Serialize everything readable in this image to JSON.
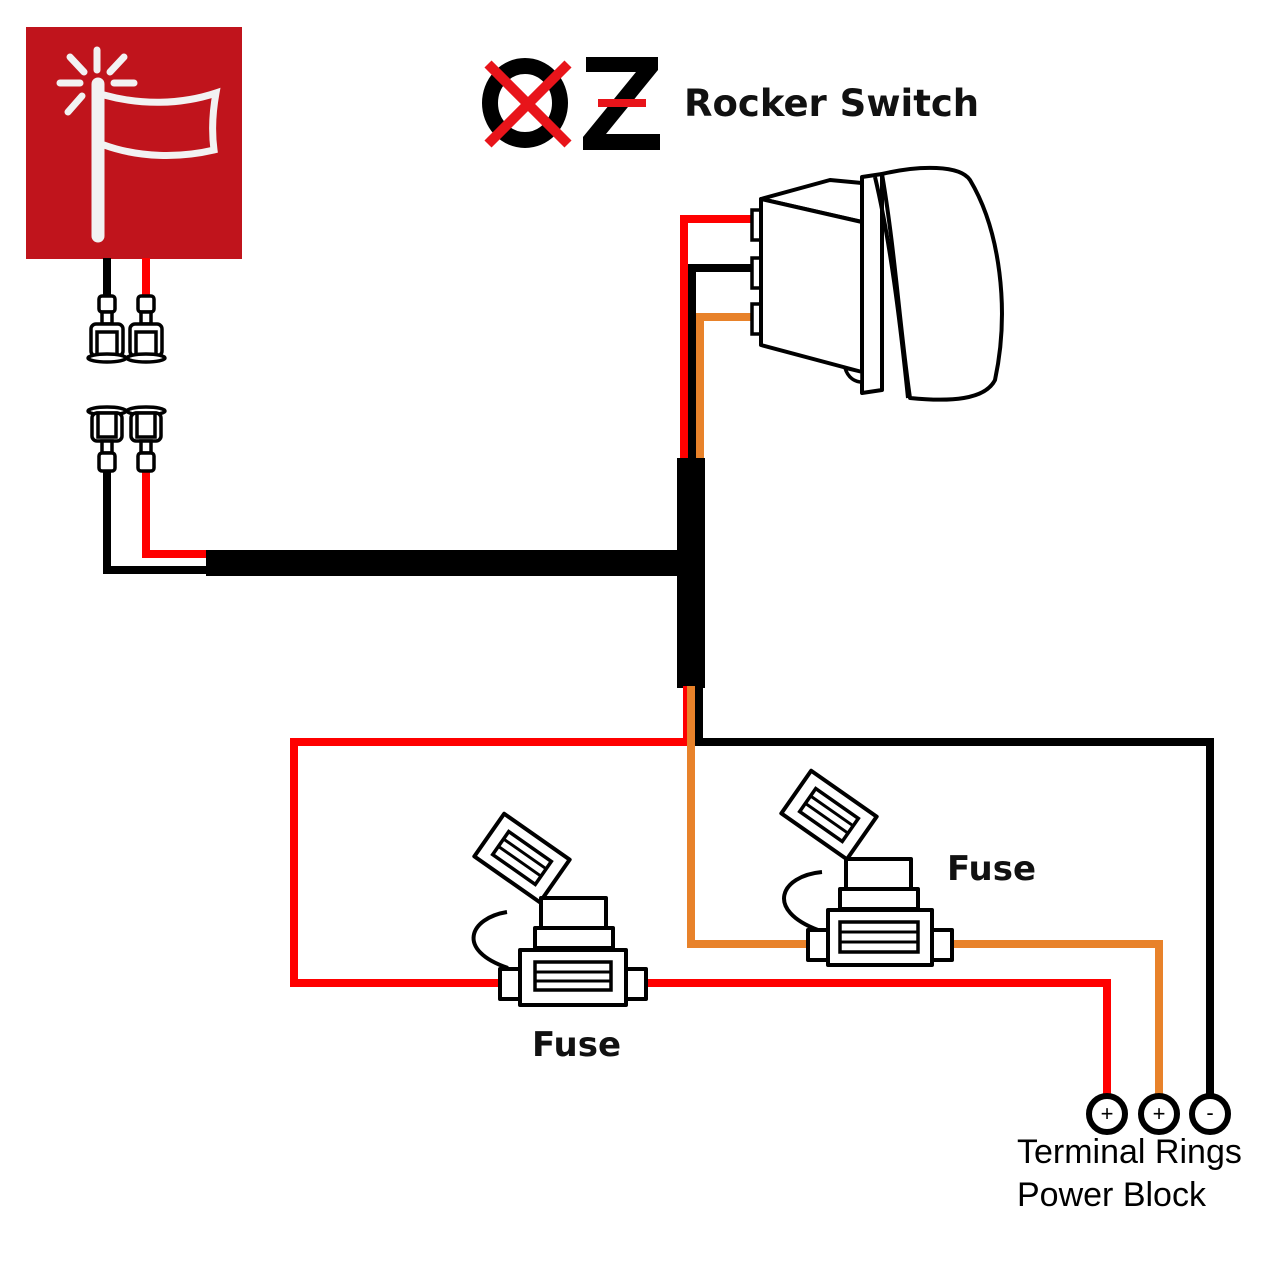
{
  "header": {
    "logo_text": "OZ",
    "title": "Rocker Switch"
  },
  "switch_icon": {
    "symbol": "flag-with-light-icon",
    "background_color": "#c0141c",
    "symbol_color": "#f2f2f2"
  },
  "wire_colors": {
    "red": "#ff0000",
    "black": "#000000",
    "orange": "#e8822a"
  },
  "fuses": [
    {
      "label": "Fuse",
      "wire": "red"
    },
    {
      "label": "Fuse",
      "wire": "orange"
    }
  ],
  "terminals": [
    {
      "symbol": "+",
      "wire": "red"
    },
    {
      "symbol": "+",
      "wire": "orange"
    },
    {
      "symbol": "-",
      "wire": "black"
    }
  ],
  "terminal_caption": {
    "line1": "Terminal Rings",
    "line2": "Power Block"
  }
}
